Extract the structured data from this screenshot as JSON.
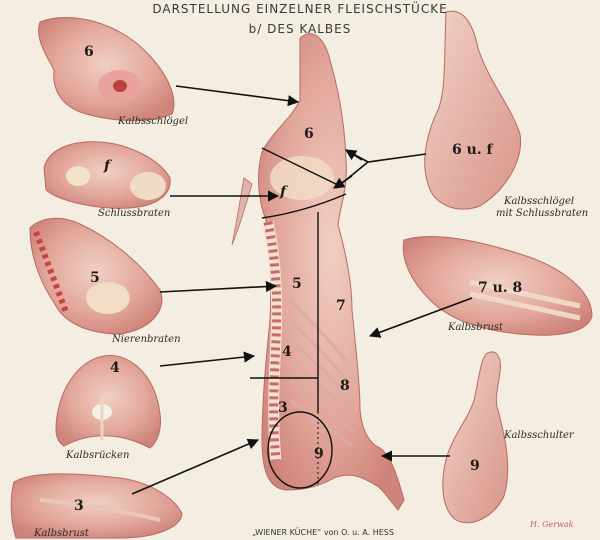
{
  "title_line1": "DARSTELLUNG EINZELNER FLEISCHSTÜCKE",
  "title_line2": "b/ DES KALBES",
  "captions": {
    "kalbsschloegel": "Kalbsschlögel",
    "schlussbraten": "Schlussbraten",
    "nierenbraten": "Nierenbraten",
    "kalbsruecken": "Kalbsrücken",
    "kalbsbrust": "Kalbsbrust",
    "kalbsschulter": "Kalbsschulter",
    "schloegel_mit_1": "Kalbsschlögel",
    "schloegel_mit_2": "mit Schlussbraten",
    "bottom_left": "Kalbsbrust"
  },
  "numbers": {
    "cut6": "6",
    "cutf": "f",
    "cut5": "5",
    "cut4": "4",
    "cut3": "3",
    "cut6uf": "6 u. f",
    "cut7u8": "7 u. 8",
    "cut9": "9",
    "body6": "6",
    "bodyf": "f",
    "body5": "5",
    "body7": "7",
    "body4": "4",
    "body8": "8",
    "body3": "3",
    "body9": "9"
  },
  "footer": "„WIENER KÜCHE“ von O. u. A. HESS",
  "signature": "H. Gerwak",
  "colors": {
    "paper": "#f3ede2",
    "meat_light": "#eab9ae",
    "meat": "#de9d92",
    "meat_dark": "#c9756e",
    "fat": "#f1dcc6",
    "bone": "#e9d8b8",
    "ink": "#1f1a18"
  }
}
